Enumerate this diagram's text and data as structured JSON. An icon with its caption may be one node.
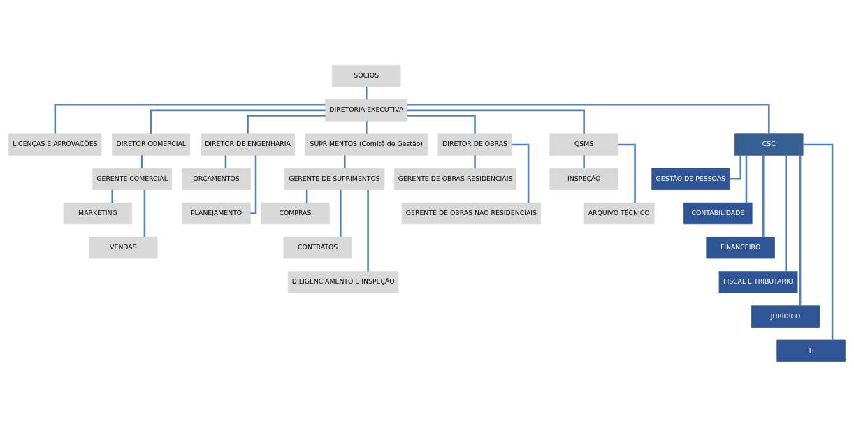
{
  "diagram": {
    "nodes": [
      {
        "text": [
          "SÓCIOS"
        ]
      },
      {
        "text": [
          "DIRETORIA EXECUTIVA"
        ]
      },
      {
        "text": [
          "LICENÇAS E APROVAÇÕES"
        ]
      },
      {
        "text": [
          "DIRETOR COMERCIAL"
        ]
      },
      {
        "text": [
          "GERENTE COMERCIAL"
        ]
      },
      {
        "text": [
          "MARKETING"
        ]
      },
      {
        "text": [
          "VENDAS"
        ]
      },
      {
        "text": [
          "DIRETOR DE ENGENHARIA"
        ]
      },
      {
        "text": [
          "ORÇAMENTOS"
        ]
      },
      {
        "text": [
          "PLANEJAMENTO"
        ]
      },
      {
        "text": [
          "SUPRIMENTOS (Comitê de Gestão)"
        ]
      },
      {
        "text": [
          "GERENTE DE SUPRIMENTOS"
        ]
      },
      {
        "text": [
          "COMPRAS"
        ]
      },
      {
        "text": [
          "CONTRATOS"
        ]
      },
      {
        "text": [
          "DILIGENCIAMENTO E INSPEÇÃO"
        ]
      },
      {
        "text": [
          "DIRETOR DE OBRAS"
        ]
      },
      {
        "text": [
          "GERENTE DE OBRAS RESIDENCIAIS"
        ]
      },
      {
        "text": [
          "GERENTE DE OBRAS NÃO RESIDENCIAIS"
        ]
      },
      {
        "text": [
          "QSMS"
        ]
      },
      {
        "text": [
          "INSPEÇÃO"
        ]
      },
      {
        "text": [
          "ARQUIVO TÉCNICO"
        ]
      },
      {
        "text": [
          "CSC"
        ]
      },
      {
        "text": [
          "GESTÃO DE PESSOAS"
        ]
      },
      {
        "text": [
          "CONTABILIDADE"
        ]
      },
      {
        "text": [
          "FINANCEIRO"
        ]
      },
      {
        "text": [
          "FISCAL E TRIBUTARIO"
        ]
      },
      {
        "text": [
          "JURÍDICO"
        ]
      },
      {
        "text": [
          "TI"
        ]
      }
    ],
    "edges": [
      {
        "from": 0,
        "to": 1,
        "arrow": "none"
      },
      {
        "from": 1,
        "to": 2,
        "arrow": "none"
      },
      {
        "from": 1,
        "to": 3,
        "arrow": "none"
      },
      {
        "from": 1,
        "to": 7,
        "arrow": "none"
      },
      {
        "from": 1,
        "to": 10,
        "arrow": "none"
      },
      {
        "from": 1,
        "to": 15,
        "arrow": "none"
      },
      {
        "from": 1,
        "to": 18,
        "arrow": "none"
      },
      {
        "from": 1,
        "to": 21,
        "arrow": "none"
      },
      {
        "from": 3,
        "to": 4,
        "arrow": "none"
      },
      {
        "from": 4,
        "to": 5,
        "arrow": "none"
      },
      {
        "from": 4,
        "to": 6,
        "arrow": "none"
      },
      {
        "from": 7,
        "to": 8,
        "arrow": "none"
      },
      {
        "from": 7,
        "to": 9,
        "arrow": "none"
      },
      {
        "from": 10,
        "to": 11,
        "arrow": "none"
      },
      {
        "from": 11,
        "to": 12,
        "arrow": "none"
      },
      {
        "from": 11,
        "to": 13,
        "arrow": "none"
      },
      {
        "from": 11,
        "to": 14,
        "arrow": "none"
      },
      {
        "from": 15,
        "to": 16,
        "arrow": "none"
      },
      {
        "from": 15,
        "to": 17,
        "arrow": "none"
      },
      {
        "from": 18,
        "to": 19,
        "arrow": "none"
      },
      {
        "from": 18,
        "to": 20,
        "arrow": "none"
      },
      {
        "from": 21,
        "to": 22,
        "arrow": "none"
      },
      {
        "from": 21,
        "to": 23,
        "arrow": "none"
      },
      {
        "from": 21,
        "to": 24,
        "arrow": "none"
      },
      {
        "from": 21,
        "to": 25,
        "arrow": "none"
      },
      {
        "from": 21,
        "to": 26,
        "arrow": "none"
      },
      {
        "from": 21,
        "to": 27,
        "arrow": "none"
      }
    ]
  }
}
